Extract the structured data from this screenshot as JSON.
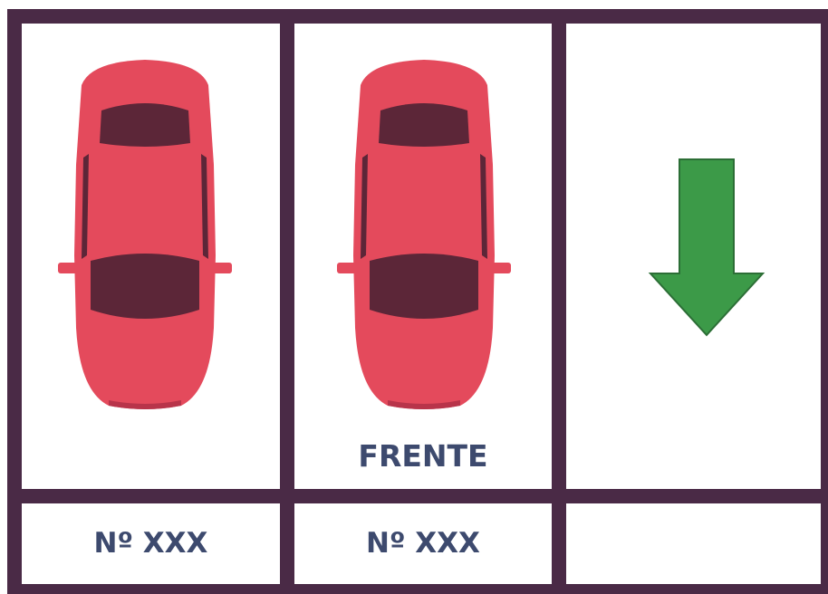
{
  "slots": [
    {
      "car": "red-car-icon",
      "front_label": "",
      "number_label": "Nº XXX"
    },
    {
      "car": "red-car-icon",
      "front_label": "FRENTE",
      "number_label": "Nº XXX"
    },
    {
      "car": "",
      "arrow": "down-arrow-icon",
      "front_label": "",
      "number_label": ""
    }
  ],
  "colors": {
    "border": "#4a2a46",
    "car_body": "#e44a5c",
    "car_glass": "#5c2638",
    "arrow": "#3c9a48",
    "text": "#3d4a6e"
  }
}
